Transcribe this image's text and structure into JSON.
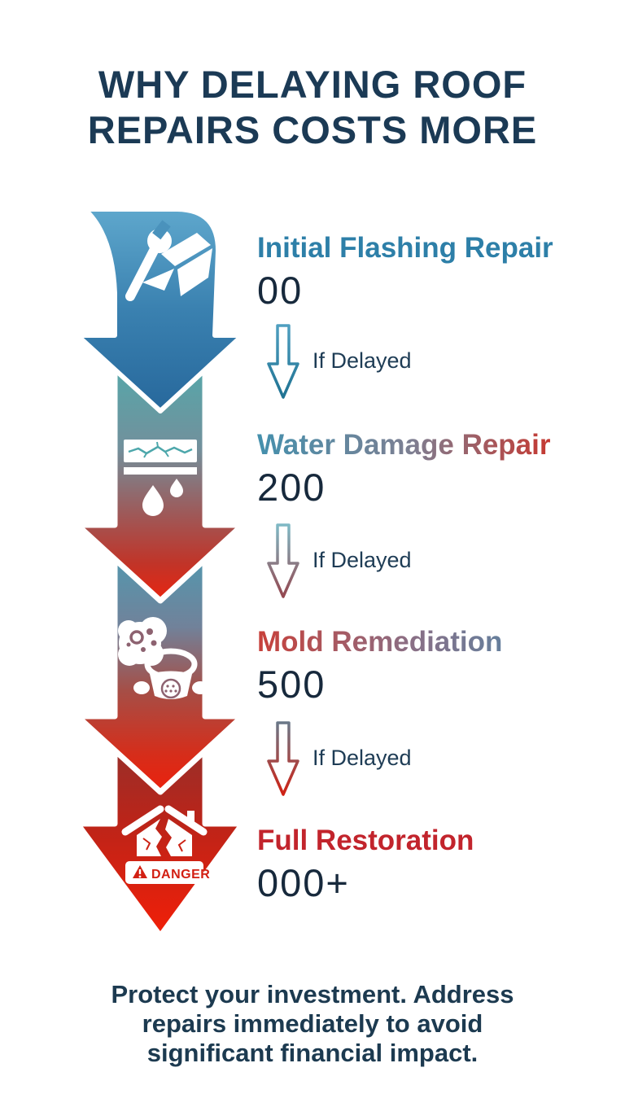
{
  "title_lines": [
    "WHY DELAYING ROOF",
    "REPAIRS COSTS MORE"
  ],
  "stages": [
    {
      "name": "Initial Flashing Repair",
      "cost": "00",
      "icon": "wrench-flashing-icon",
      "name_color": "#2d7fa8"
    },
    {
      "name": "Water Damage Repair",
      "cost": "200",
      "icon": "cracked-ceiling-leak-icon",
      "name_gradient": [
        "#4490ad",
        "#c43a33"
      ]
    },
    {
      "name": "Mold Remediation",
      "cost": "500",
      "icon": "mold-respirator-icon",
      "name_gradient": [
        "#c8403a",
        "#3f90b5"
      ]
    },
    {
      "name": "Full Restoration",
      "cost": "000+",
      "icon": "broken-house-danger-icon",
      "danger_label": "DANGER",
      "name_color": "#c2242c"
    }
  ],
  "delay_label": "If Delayed",
  "footer_lines": [
    "Protect your investment. Address",
    "repairs immediately to avoid",
    "significant financial impact."
  ],
  "colors": {
    "title_navy": "#1b3a55",
    "cost_navy": "#17293c",
    "delay_text_navy": "#1e3c55",
    "arrow_blue_top": "#5fa8cd",
    "arrow_blue_bottom": "#27689c",
    "arrow_teal": "#4fadad",
    "arrow_red_tip": "#ee1f0c",
    "danger_red": "#d21f12"
  }
}
